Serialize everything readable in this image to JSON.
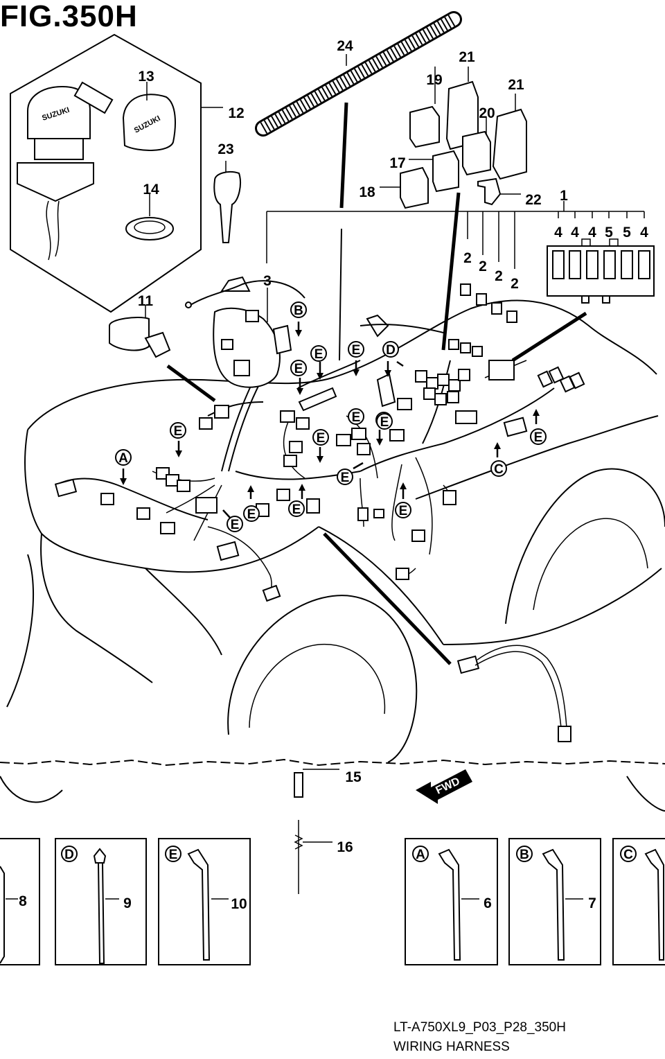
{
  "figure": {
    "title": "FIG.350H",
    "code": "LT-A750XL9_P03_P28_350H",
    "caption": "WIRING HARNESS",
    "fwd_label": "FWD"
  },
  "callouts": [
    {
      "id": "c24",
      "label": "24"
    },
    {
      "id": "c21a",
      "label": "21"
    },
    {
      "id": "c19",
      "label": "19"
    },
    {
      "id": "c21b",
      "label": "21"
    },
    {
      "id": "c20",
      "label": "20"
    },
    {
      "id": "c13",
      "label": "13"
    },
    {
      "id": "c12",
      "label": "12"
    },
    {
      "id": "c23",
      "label": "23"
    },
    {
      "id": "c17",
      "label": "17"
    },
    {
      "id": "c18",
      "label": "18"
    },
    {
      "id": "c22",
      "label": "22"
    },
    {
      "id": "c1",
      "label": "1"
    },
    {
      "id": "c14",
      "label": "14"
    },
    {
      "id": "c4a",
      "label": "4"
    },
    {
      "id": "c4b",
      "label": "4"
    },
    {
      "id": "c4c",
      "label": "4"
    },
    {
      "id": "c5a",
      "label": "5"
    },
    {
      "id": "c5b",
      "label": "5"
    },
    {
      "id": "c4d",
      "label": "4"
    },
    {
      "id": "c2a",
      "label": "2"
    },
    {
      "id": "c2b",
      "label": "2"
    },
    {
      "id": "c2c",
      "label": "2"
    },
    {
      "id": "c2d",
      "label": "2"
    },
    {
      "id": "c3",
      "label": "3"
    },
    {
      "id": "c11",
      "label": "11"
    },
    {
      "id": "c15",
      "label": "15"
    },
    {
      "id": "c16",
      "label": "16"
    },
    {
      "id": "c8",
      "label": "8"
    },
    {
      "id": "c9",
      "label": "9"
    },
    {
      "id": "c10",
      "label": "10"
    },
    {
      "id": "c6",
      "label": "6"
    },
    {
      "id": "c7",
      "label": "7"
    }
  ],
  "clamp_markers": [
    {
      "id": "mA",
      "label": "A"
    },
    {
      "id": "mB",
      "label": "B"
    },
    {
      "id": "mC",
      "label": "C"
    },
    {
      "id": "mD",
      "label": "D"
    },
    {
      "id": "mE1",
      "label": "E"
    },
    {
      "id": "mE2",
      "label": "E"
    },
    {
      "id": "mE3",
      "label": "E"
    },
    {
      "id": "mE4",
      "label": "E"
    },
    {
      "id": "mE5",
      "label": "E"
    },
    {
      "id": "mE6",
      "label": "E"
    },
    {
      "id": "mE7",
      "label": "E"
    },
    {
      "id": "mE8",
      "label": "E"
    },
    {
      "id": "mE9",
      "label": "E"
    },
    {
      "id": "mE10",
      "label": "E"
    },
    {
      "id": "mE11",
      "label": "E"
    },
    {
      "id": "mE12",
      "label": "E"
    },
    {
      "id": "mE13",
      "label": "E"
    },
    {
      "id": "mE14",
      "label": "E"
    }
  ],
  "detail_boxes": [
    {
      "id": "boxD",
      "label": "D"
    },
    {
      "id": "boxE",
      "label": "E"
    },
    {
      "id": "boxA",
      "label": "A"
    },
    {
      "id": "boxB",
      "label": "B"
    },
    {
      "id": "boxC",
      "label": "C"
    }
  ],
  "key_brand": "SUZUKI"
}
